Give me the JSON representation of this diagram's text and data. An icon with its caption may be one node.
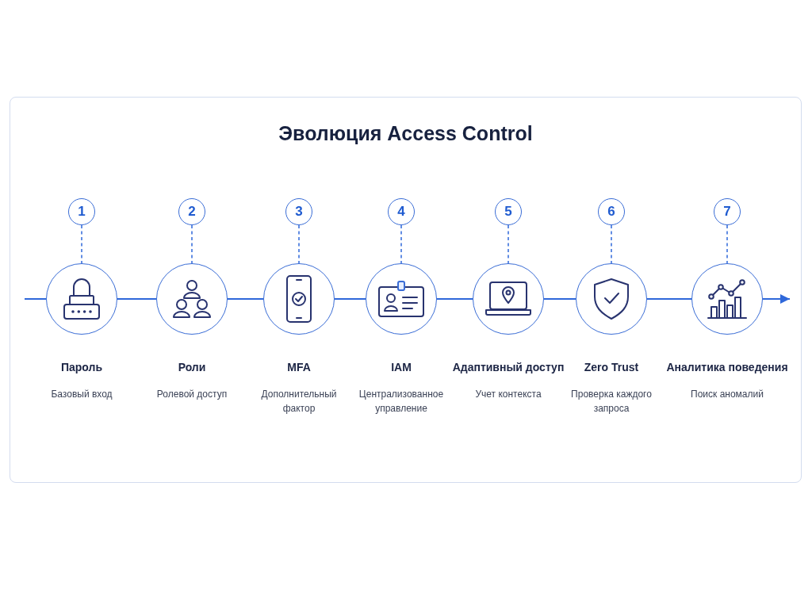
{
  "diagram": {
    "title": "Эволюция Access Control",
    "nodes": [
      {
        "text": [
          "1"
        ]
      },
      {
        "text": [
          "Пароль",
          "Базовый вход"
        ]
      },
      {
        "text": [
          "2"
        ]
      },
      {
        "text": [
          "Роли",
          "Ролевой доступ"
        ]
      },
      {
        "text": [
          "3"
        ]
      },
      {
        "text": [
          "MFA",
          "Дополнительный фактор"
        ]
      },
      {
        "text": [
          "4"
        ]
      },
      {
        "text": [
          "IAM",
          "Централизованное управление"
        ]
      },
      {
        "text": [
          "5"
        ]
      },
      {
        "text": [
          "Адаптивный доступ",
          "Учет контекста"
        ]
      },
      {
        "text": [
          "6"
        ]
      },
      {
        "text": [
          "Zero Trust",
          "Проверка каждого запроса"
        ]
      },
      {
        "text": [
          "7"
        ]
      },
      {
        "text": [
          "Аналитика поведения",
          "Поиск аномалий"
        ]
      }
    ],
    "edges": [
      {
        "from": 0,
        "to": 1,
        "arrow": "none",
        "style": "dashed"
      },
      {
        "from": 2,
        "to": 3,
        "arrow": "none",
        "style": "dashed"
      },
      {
        "from": 4,
        "to": 5,
        "arrow": "none",
        "style": "dashed"
      },
      {
        "from": 6,
        "to": 7,
        "arrow": "none",
        "style": "dashed"
      },
      {
        "from": 8,
        "to": 9,
        "arrow": "none",
        "style": "dashed"
      },
      {
        "from": 10,
        "to": 11,
        "arrow": "none",
        "style": "dashed"
      },
      {
        "from": 12,
        "to": 13,
        "arrow": "none",
        "style": "dashed"
      },
      {
        "from": null,
        "to": 1,
        "arrow": "none"
      },
      {
        "from": 1,
        "to": 3,
        "arrow": "none"
      },
      {
        "from": 3,
        "to": 5,
        "arrow": "none"
      },
      {
        "from": 5,
        "to": 7,
        "arrow": "none"
      },
      {
        "from": 7,
        "to": 9,
        "arrow": "none"
      },
      {
        "from": 9,
        "to": 11,
        "arrow": "none"
      },
      {
        "from": 11,
        "to": 13,
        "arrow": "none"
      },
      {
        "from": 13,
        "to": null,
        "arrow": "to"
      }
    ]
  }
}
